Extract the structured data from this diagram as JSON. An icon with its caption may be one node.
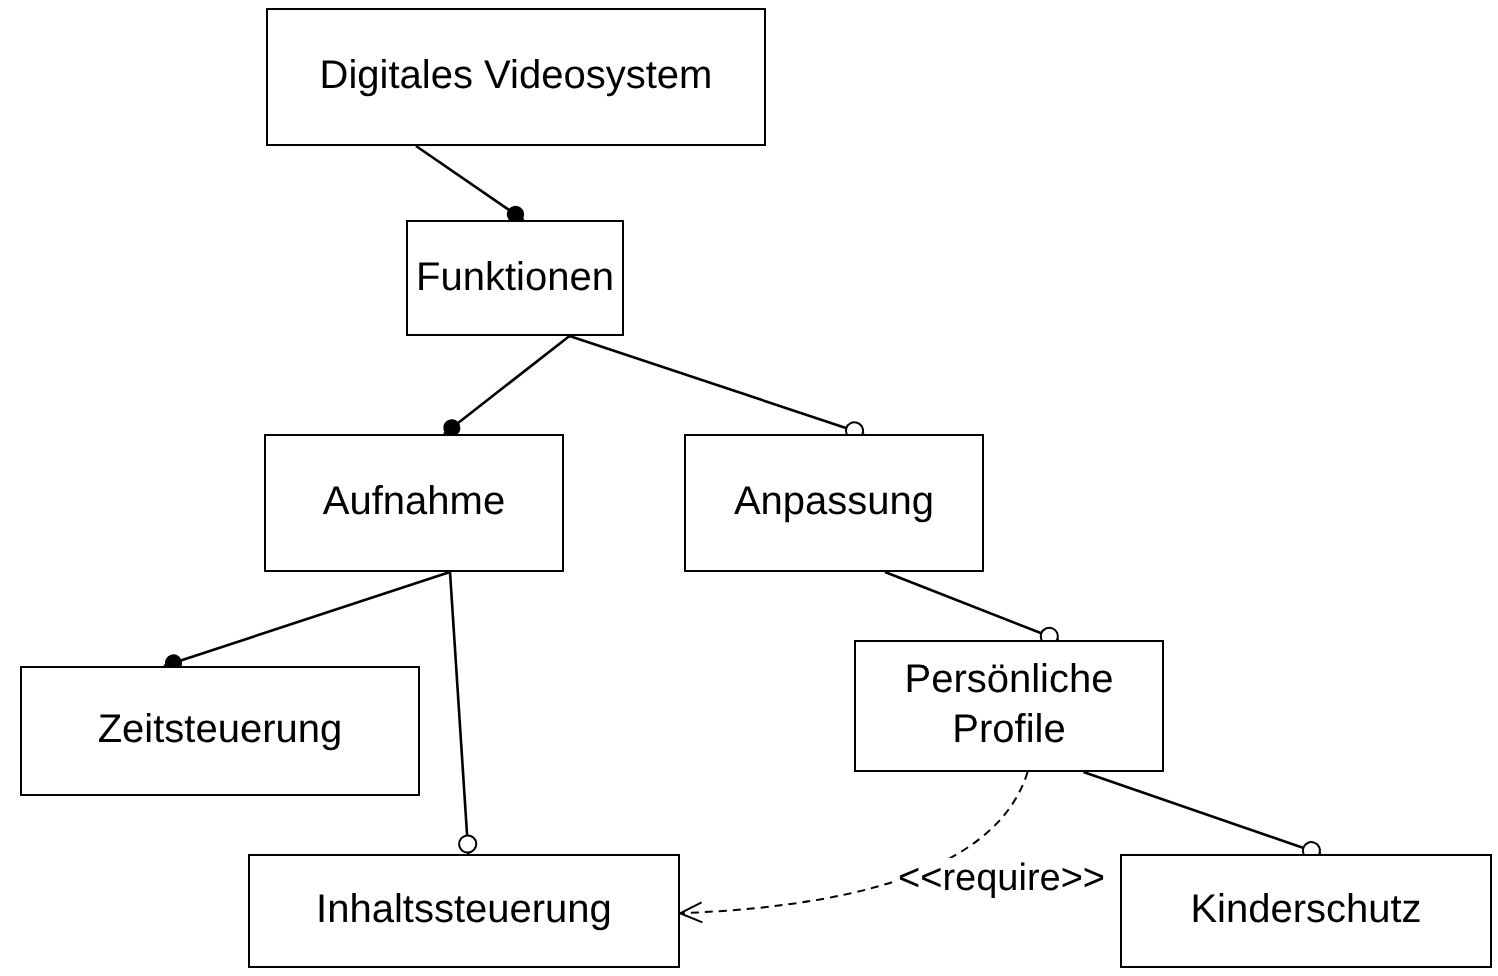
{
  "diagram": {
    "nodes": [
      {
        "text": [
          "Digitales Videosystem"
        ]
      },
      {
        "text": [
          "Funktionen"
        ]
      },
      {
        "text": [
          "Aufnahme"
        ]
      },
      {
        "text": [
          "Anpassung"
        ]
      },
      {
        "text": [
          "Zeitsteuerung"
        ]
      },
      {
        "text": [
          "Persönliche Profile"
        ]
      },
      {
        "text": [
          "Inhaltssteuerung"
        ]
      },
      {
        "text": [
          "Kinderschutz"
        ]
      }
    ],
    "edges": [
      {
        "from": 0,
        "to": 1,
        "arrow": "other"
      },
      {
        "from": 1,
        "to": 2,
        "arrow": "other"
      },
      {
        "from": 1,
        "to": 3,
        "arrow": "other"
      },
      {
        "from": 2,
        "to": 4,
        "arrow": "other"
      },
      {
        "from": 2,
        "to": 6,
        "arrow": "other"
      },
      {
        "from": 3,
        "to": 5,
        "arrow": "other"
      },
      {
        "from": 5,
        "to": 7,
        "arrow": "other"
      },
      {
        "from": 5,
        "to": 6,
        "arrow": "to",
        "label": "<<require>>",
        "style": "dashed"
      }
    ]
  }
}
